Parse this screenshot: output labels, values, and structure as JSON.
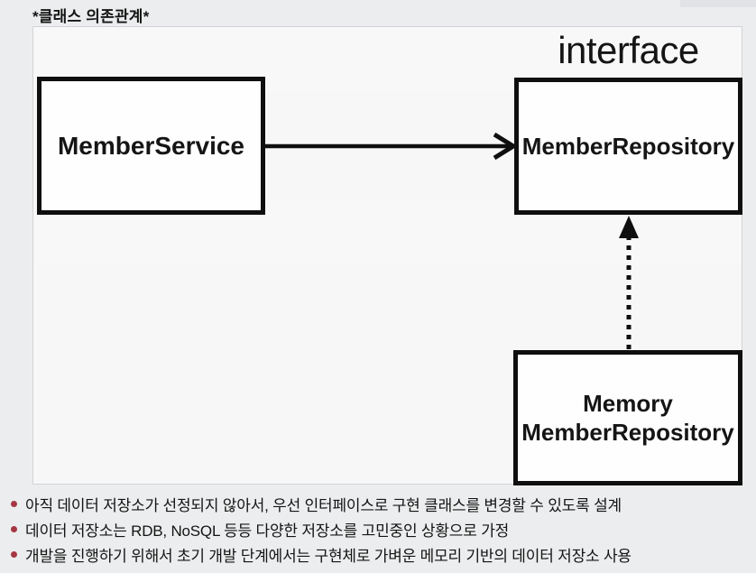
{
  "page": {
    "title": "*클래스 의존관계*"
  },
  "diagram": {
    "interface_label": "interface",
    "boxes": {
      "member_service": "MemberService",
      "member_repository": "MemberRepository",
      "memory_member_repository": {
        "line1": "Memory",
        "line2": "MemberRepository"
      }
    },
    "arrows": [
      {
        "from": "MemberService",
        "to": "MemberRepository",
        "style": "solid",
        "direction": "right"
      },
      {
        "from": "MemoryMemberRepository",
        "to": "MemberRepository",
        "style": "dotted",
        "direction": "up"
      }
    ]
  },
  "notes": {
    "items": [
      "아직 데이터 저장소가 선정되지 않아서, 우선 인터페이스로 구현 클래스를 변경할 수 있도록 설계",
      "데이터 저장소는 RDB, NoSQL 등등 다양한 저장소를 고민중인 상황으로 가정",
      "개발을 진행하기 위해서 초기 개발 단계에서는 구현체로 가벼운 메모리 기반의 데이터 저장소 사용"
    ]
  },
  "colors": {
    "page_background": "#ecedee",
    "panel_background": "#f7f7f8",
    "panel_border": "#d2d3d6",
    "box_border": "#0f0f0f",
    "box_fill": "#fefefe",
    "text": "#151515",
    "bullet": "#a53843"
  }
}
